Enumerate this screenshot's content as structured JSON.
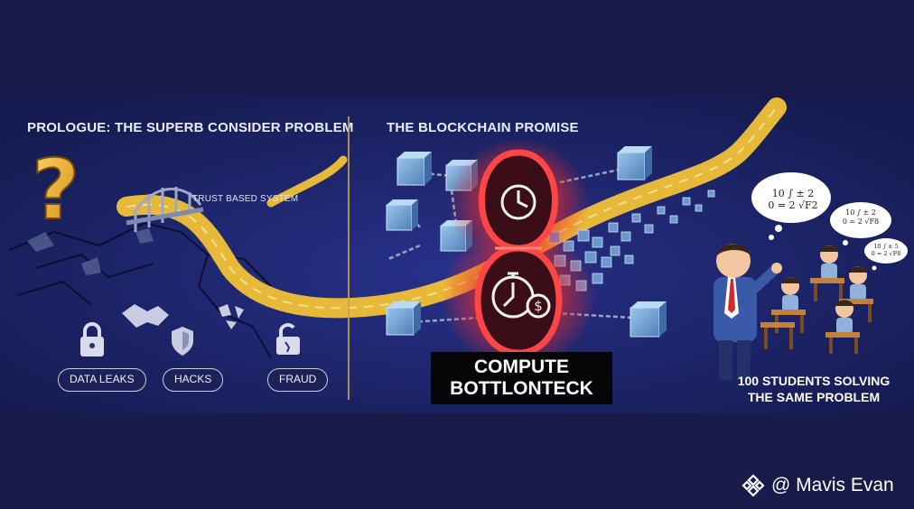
{
  "headings": {
    "prologue": "PROLOGUE: THE SUPERB CONSIDER PROBLEM",
    "blockchain": "THE BLOCKCHAIN PROMISE"
  },
  "bridge_label": "TRUST BASED SYSTEM",
  "problems": [
    {
      "label": "DATA LEAKS",
      "icon": "lock-icon"
    },
    {
      "label": "HACKS",
      "icon": "shield-icon"
    },
    {
      "label": "FRAUD",
      "icon": "broken-lock-icon"
    }
  ],
  "bottleneck": {
    "line1": "COMPUTE",
    "line2": "BOTTLONTECK"
  },
  "students": {
    "line1": "100 STUDENTS SOLVING",
    "line2": "THE SAME PROBLEM"
  },
  "thought_bubbles": [
    {
      "line1": "10 ∫ ± 2",
      "line2": "0 = 2 √F2"
    },
    {
      "line1": "10 ∫ ± 2",
      "line2": "0 = 2 √F8"
    },
    {
      "line1": "10 ∫ ± 5",
      "line2": "0 = 2 √F8"
    }
  ],
  "watermark": "@ Mavis Evan",
  "colors": {
    "background": "#181b49",
    "scene": "#1b2366",
    "road": "#e7b93a",
    "glow": "#ff3b3b",
    "caption_box": "#060608"
  }
}
